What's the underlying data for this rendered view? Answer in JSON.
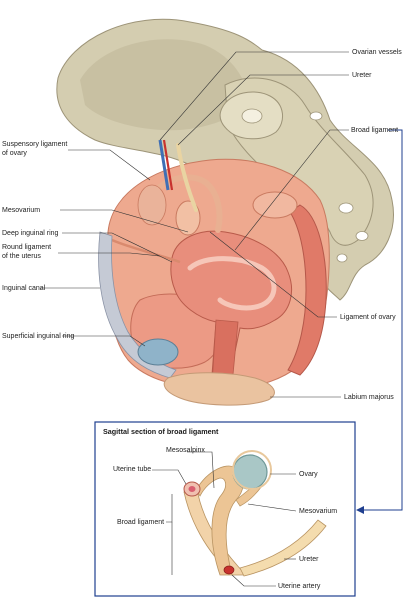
{
  "colors": {
    "bone": "#cfc6a8",
    "bone_dark": "#a89e80",
    "peritoneum": "#eba58c",
    "peritoneum_dark": "#d97e62",
    "muscle": "#e0786a",
    "tube": "#f0c9a8",
    "ovary": "#a9c7c6",
    "vein": "#3f6fb5",
    "artery": "#c8322e",
    "ureter": "#e9d4a2",
    "pointer_blue": "#1f3f8f",
    "inset_border": "#1f3f8f"
  },
  "labels": {
    "ovarian_vessels": "Ovarian vessels",
    "ureter_top": "Ureter",
    "broad_ligament_top": "Broad ligament",
    "suspensory_line1": "Suspensory ligament",
    "suspensory_line2": "of ovary",
    "mesovarium_left": "Mesovarium",
    "deep_inguinal_ring": "Deep inguinal ring",
    "round_ligament_line1": "Round ligament",
    "round_ligament_line2": "of the uterus",
    "inguinal_canal": "Inguinal canal",
    "superficial_inguinal_ring": "Superficial inguinal ring",
    "ligament_of_ovary": "Ligament of ovary",
    "labium_majorus": "Labium majorus"
  },
  "inset": {
    "title": "Sagittal section of broad ligament",
    "mesosalpinx": "Mesosalpinx",
    "uterine_tube": "Uterine tube",
    "ovary": "Ovary",
    "mesovarium": "Mesovarium",
    "broad_ligament": "Broad ligament",
    "ureter": "Ureter",
    "uterine_artery": "Uterine artery"
  }
}
